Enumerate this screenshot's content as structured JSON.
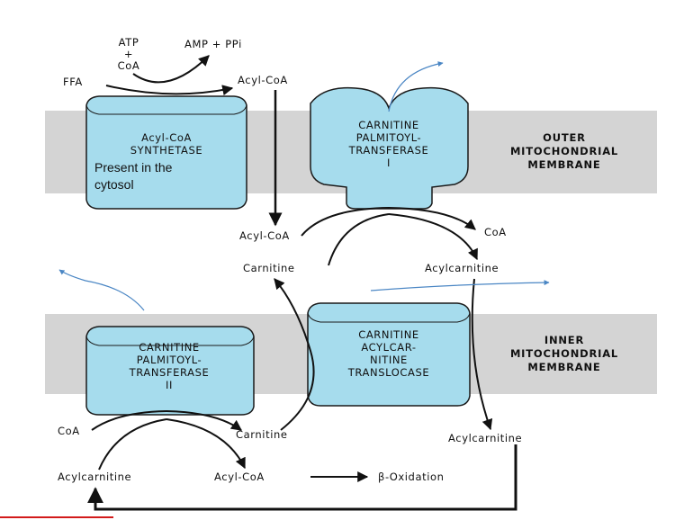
{
  "colors": {
    "membrane": "#d4d4d4",
    "protein": "#a6dced",
    "protein_stroke": "#1a1a1a",
    "blue_arrow": "#4a86c4",
    "arrow": "#111111",
    "underline": "#d21b1b"
  },
  "top": {
    "atp": "ATP",
    "plus": "+",
    "coa": "CoA",
    "amp_ppi": "AMP + PPi",
    "ffa": "FFA",
    "acyl_coa": "Acyl-CoA"
  },
  "outer_membrane": {
    "label": [
      "OUTER",
      "MITOCHONDRIAL",
      "MEMBRANE"
    ],
    "synthetase": {
      "lines": [
        "Acyl-CoA",
        "SYNTHETASE"
      ],
      "note": [
        "Present in the",
        "cytosol"
      ]
    },
    "cpt1": {
      "lines": [
        "CARNITINE",
        "PALMITOYL-",
        "TRANSFERASE",
        "I"
      ]
    }
  },
  "middle": {
    "acyl_coa": "Acyl-CoA",
    "coa": "CoA",
    "carnitine": "Carnitine",
    "acylcarnitine": "Acylcarnitine"
  },
  "inner_membrane": {
    "label": [
      "INNER",
      "MITOCHONDRIAL",
      "MEMBRANE"
    ],
    "cpt2": {
      "lines": [
        "CARNITINE",
        "PALMITOYL-",
        "TRANSFERASE",
        "II"
      ]
    },
    "translocase": {
      "lines": [
        "CARNITINE",
        "ACYLCAR-",
        "NITINE",
        "TRANSLOCASE"
      ]
    }
  },
  "bottom": {
    "coa": "CoA",
    "carnitine": "Carnitine",
    "acylcarnitine_right": "Acylcarnitine",
    "acylcarnitine_left": "Acylcarnitine",
    "acyl_coa": "Acyl-CoA",
    "beta_oxidation": "β-Oxidation"
  }
}
